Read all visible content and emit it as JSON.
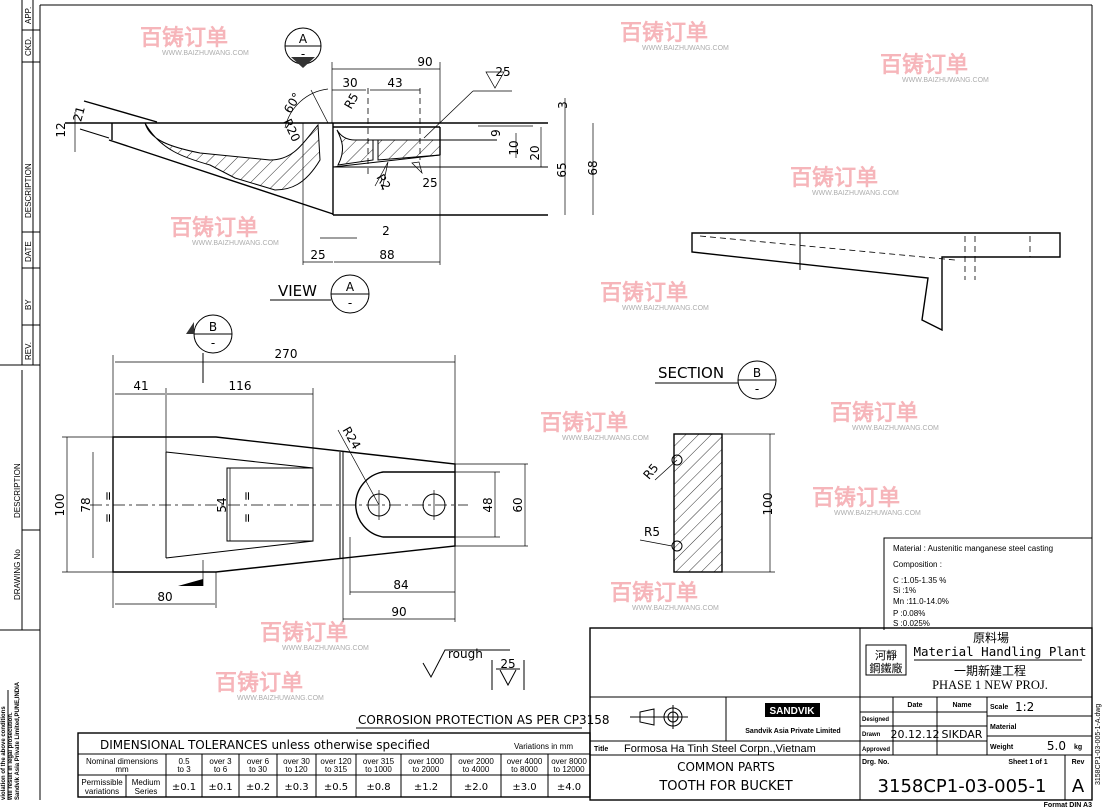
{
  "left_margin": {
    "revision_labels": [
      "APP.",
      "CKD.",
      "DESCRIPTION",
      "DATE",
      "BY",
      "REV."
    ],
    "reference_labels": [
      "DESCRIPTION",
      "DRAWING No"
    ],
    "legal_text": [
      "violation of the above conditions",
      "will result in legal prosecution.",
      "Sandvik Asia Private Limited,PUNE,INDIA"
    ]
  },
  "view_a": {
    "marker_letter": "A",
    "marker_sub": "-",
    "label": "VIEW",
    "label_letter": "A",
    "label_sub": "-",
    "dims": {
      "d90": "90",
      "d30": "30",
      "d43": "43",
      "rough25a": "25",
      "d3": "3",
      "d9": "9",
      "d10": "10",
      "d20": "20",
      "d65": "65",
      "d68": "68",
      "d12": "12",
      "d21": "21",
      "ang60": "60°",
      "r5": "R5",
      "r20": "R20",
      "r2": "R2",
      "rough25b": "25",
      "d2": "2",
      "d25": "25",
      "d88": "88"
    }
  },
  "view_b": {
    "marker_letter": "B",
    "marker_sub": "-",
    "dims": {
      "d270": "270",
      "d41": "41",
      "d116": "116",
      "d100": "100",
      "d78": "78",
      "d54": "54",
      "d48": "48",
      "d60": "60",
      "d80": "80",
      "d84": "84",
      "d90": "90",
      "r24": "R24",
      "eq": "="
    }
  },
  "section_b": {
    "label": "SECTION",
    "letter": "B",
    "sub": "-",
    "dims": {
      "r5a": "R5",
      "r5b": "R5",
      "d100": "100"
    }
  },
  "roughness": {
    "label": "rough",
    "value": "25"
  },
  "corrosion_note": "CORROSION PROTECTION AS PER CP3158",
  "material_box": {
    "material": "Material : Austenitic manganese steel casting",
    "composition_label": "Composition :",
    "composition": [
      "C :1.05-1.35 %",
      "Si :1%",
      "Mn :11.0-14.0%",
      "P :0.08%",
      "S :0.025%"
    ]
  },
  "tolerances": {
    "title": "DIMENSIONAL  TOLERANCES    unless otherwise specified",
    "units": "Variations in mm",
    "nominal_label": [
      "Nominal dimensions",
      "mm"
    ],
    "row_label": [
      "Permissible",
      "variations"
    ],
    "series_label": [
      "Medium",
      "Series"
    ],
    "ranges": [
      [
        "0.5",
        "to 3"
      ],
      [
        "over 3",
        "to 6"
      ],
      [
        "over 6",
        "to 30"
      ],
      [
        "over 30",
        "to 120"
      ],
      [
        "over 120",
        "to 315"
      ],
      [
        "over 315",
        "to 1000"
      ],
      [
        "over 1000",
        "to 2000"
      ],
      [
        "over 2000",
        "to 4000"
      ],
      [
        "over 4000",
        "to 8000"
      ],
      [
        "over 8000",
        "to 12000"
      ]
    ],
    "values": [
      "±0.1",
      "±0.1",
      "±0.2",
      "±0.3",
      "±0.5",
      "±0.8",
      "±1.2",
      "±2.0",
      "±3.0",
      "±4.0"
    ]
  },
  "title_block": {
    "plant_cn": "原料場",
    "plant_en": "Material Handling Plant",
    "owner_cn_1": "河靜",
    "owner_cn_2": "鋼鐵廠",
    "phase_cn": "一期新建工程",
    "phase_en": "PHASE 1 NEW PROJ.",
    "company_logo": "SANDVIK",
    "company_name": "Sandvik Asia Private Limited",
    "date_header": "Date",
    "name_header": "Name",
    "designed_label": "Designed",
    "drawn_label": "Drawn",
    "approved_label": "Approved",
    "drawn_date": "20.12.12",
    "drawn_name": "SIKDAR",
    "scale_label": "Scale",
    "scale_value": "1:2",
    "material_label": "Material",
    "weight_label": "Weight",
    "weight_value": "5.0",
    "weight_unit": "kg",
    "title_label": "Title",
    "title_line1": "Formosa Ha Tinh Steel Corpn.,Vietnam",
    "title_line2": "COMMON PARTS",
    "title_line3": "TOOTH FOR BUCKET",
    "drg_label": "Drg. No.",
    "sheet_label": "Sheet  1  of  1",
    "drg_no": "3158CP1-03-005-1",
    "rev_label": "Rev",
    "rev_value": "A",
    "file_name": "3158CP1-03-005-1-A.dwg",
    "format": "Format DIN A3"
  },
  "watermark": {
    "brand": "百铸订单",
    "url": "WWW.BAIZHUWANG.COM"
  },
  "colors": {
    "watermark": "#f07a82",
    "line": "#000000"
  }
}
